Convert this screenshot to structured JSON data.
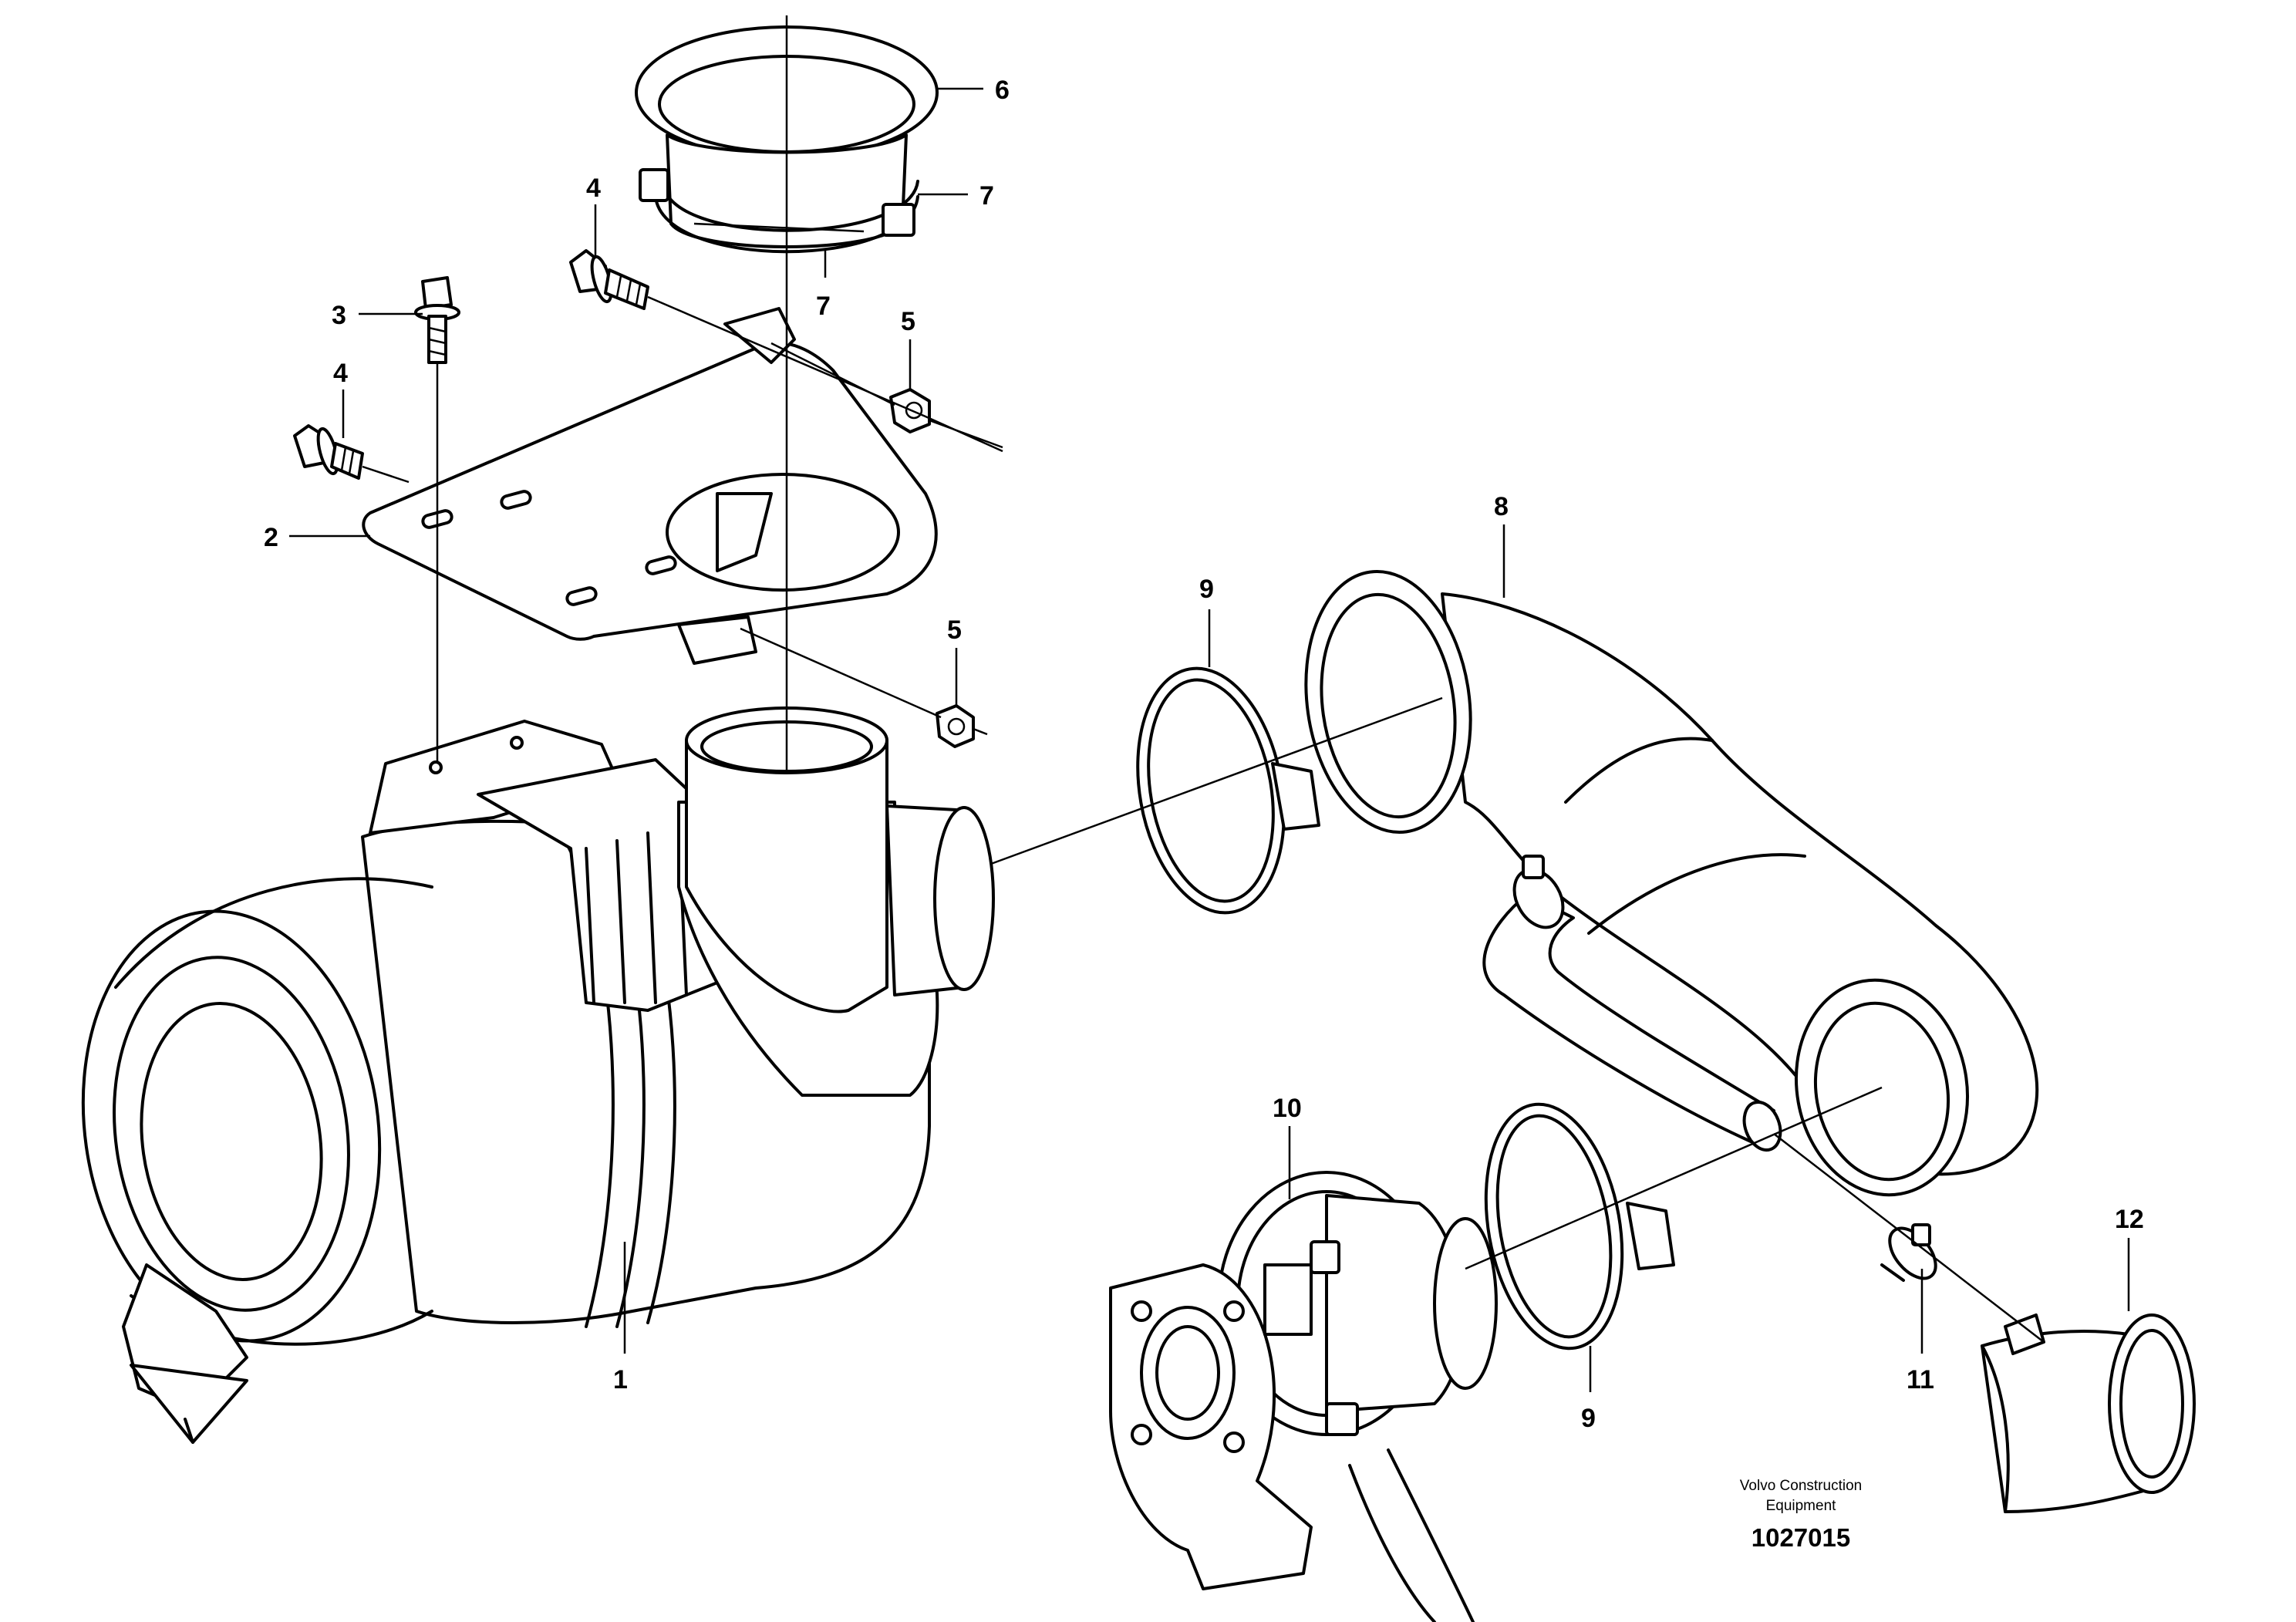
{
  "callouts": {
    "c1": "1",
    "c2": "2",
    "c3": "3",
    "c4a": "4",
    "c4b": "4",
    "c5a": "5",
    "c5b": "5",
    "c6": "6",
    "c7a": "7",
    "c7b": "7",
    "c8": "8",
    "c9a": "9",
    "c9b": "9",
    "c10": "10",
    "c11": "11",
    "c12": "12"
  },
  "footer": {
    "company_line1": "Volvo Construction",
    "company_line2": "Equipment",
    "drawing_number": "1027015"
  }
}
